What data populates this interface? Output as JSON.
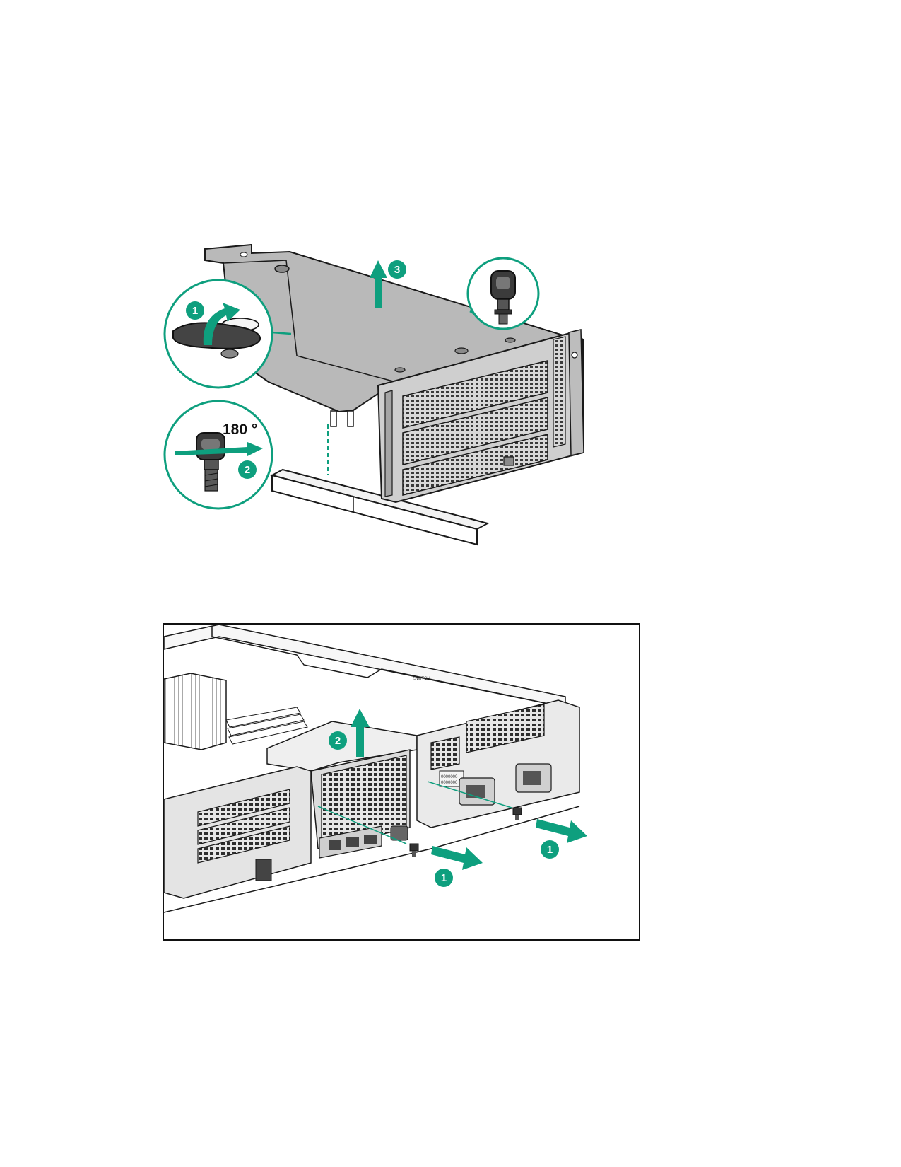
{
  "figure1": {
    "callouts": {
      "step1": "1",
      "step2": "2",
      "step3": "3"
    },
    "rotation_label": "180 °",
    "icons": [
      "rotate-arrow-icon",
      "slide-arrow-icon",
      "lift-arrow-icon",
      "thumbscrew-icon",
      "riser-cage-icon"
    ]
  },
  "figure2": {
    "callouts": {
      "step1a": "1",
      "step1b": "1",
      "step2": "2"
    },
    "chassis_label": "SWITCH",
    "icons": [
      "screw-removal-arrow-icon",
      "lift-arrow-icon",
      "screw-icon",
      "server-chassis-icon"
    ]
  },
  "colors": {
    "accent": "#0e9f7e",
    "circle_stroke": "#0e9f7e",
    "metal_gray": "#b9b9b9",
    "line": "#1a1a1a"
  }
}
